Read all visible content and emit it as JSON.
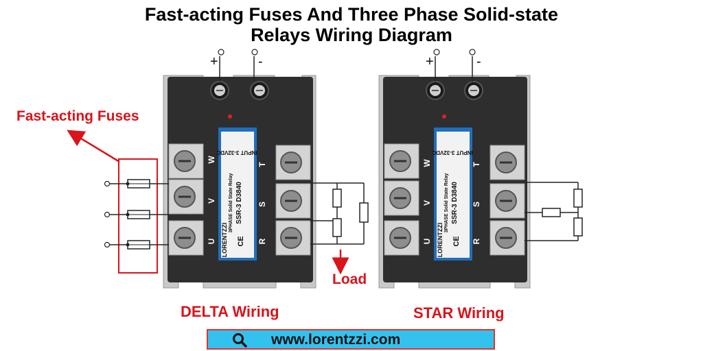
{
  "title": {
    "line1": "Fast-acting Fuses And Three Phase Solid-state",
    "line2": "Relays Wiring Diagram"
  },
  "labels": {
    "fuses": "Fast-acting Fuses",
    "load": "Load",
    "delta": "DELTA Wiring",
    "star": "STAR Wiring"
  },
  "terminals": {
    "plus": "+",
    "minus": "-"
  },
  "phases": {
    "input": [
      "W",
      "V",
      "U"
    ],
    "output": [
      "T",
      "S",
      "R"
    ]
  },
  "relay_label": {
    "input": "INPUT 3-32VDC",
    "type": "3PHASE Solid State Relay",
    "model": "SSR-3 D3840",
    "brand": "LORENTZZI",
    "ce": "CE"
  },
  "url": "www.lorentzzi.com",
  "icons": {
    "search": "search-icon",
    "arrow": "arrow-icon"
  },
  "colors": {
    "accent": "#d9141b",
    "url_bar": "#33c2ee",
    "label_blue": "#1f6fc0",
    "relay_body": "#2e2e2e"
  }
}
